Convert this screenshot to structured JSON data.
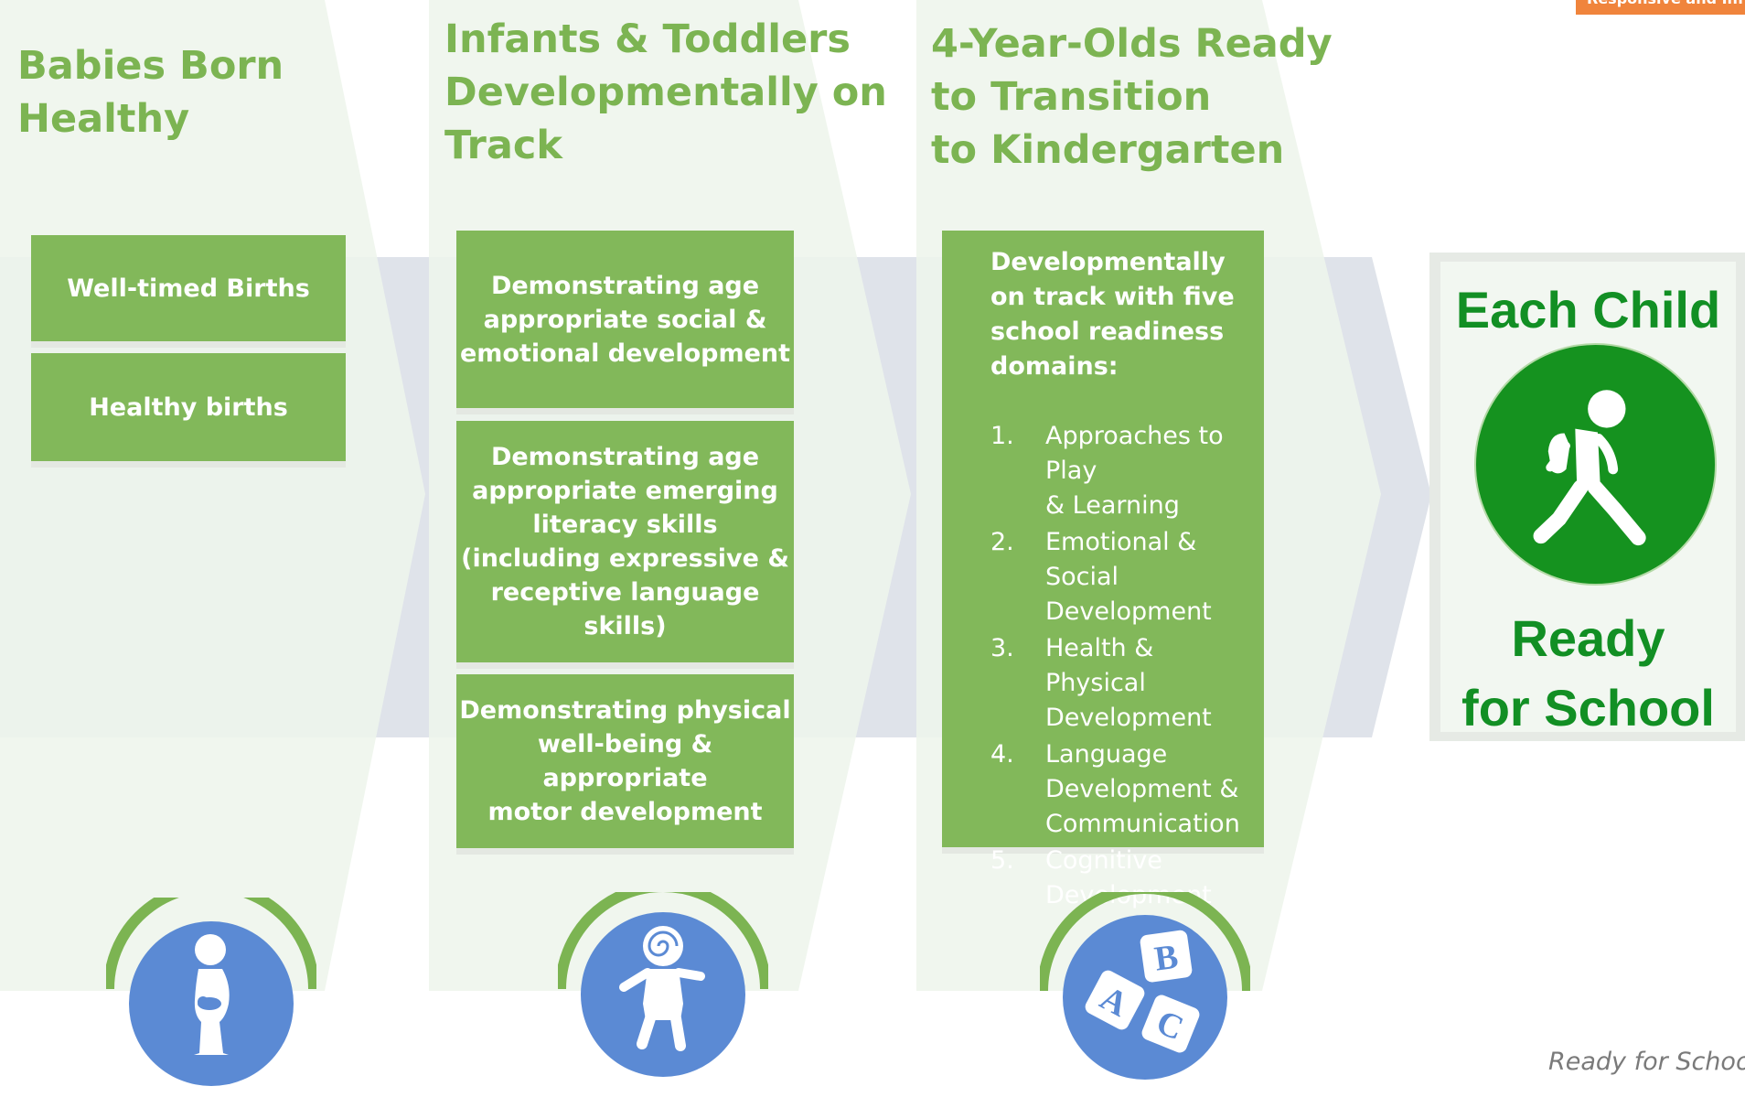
{
  "stages": [
    {
      "title": "Babies Born\nHealthy",
      "outcomes": [
        "Well-timed Births",
        "Healthy births"
      ],
      "icon": "pregnant-woman-icon"
    },
    {
      "title": "Infants & Toddlers\nDevelopmentally on\nTrack",
      "outcomes": [
        "Demonstrating age\nappropriate social &\nemotional development",
        "Demonstrating age\nappropriate emerging\nliteracy skills\n(including expressive &\nreceptive language skills)",
        "Demonstrating physical\nwell-being & appropriate\nmotor development"
      ],
      "icon": "baby-icon"
    },
    {
      "title": "4-Year-Olds Ready\nto Transition\nto Kindergarten",
      "intro": "Developmentally\non track with five\nschool readiness\ndomains:",
      "domains": [
        {
          "num": "1.",
          "label": "Approaches to\nPlay\n& Learning"
        },
        {
          "num": "2.",
          "label": "Emotional & Social\nDevelopment"
        },
        {
          "num": "3.",
          "label": "Health & Physical\nDevelopment"
        },
        {
          "num": "4.",
          "label": "Language\nDevelopment &\nCommunication"
        },
        {
          "num": "5.",
          "label": "Cognitive\nDevelopment"
        }
      ],
      "icon": "abc-blocks-icon"
    }
  ],
  "goal": {
    "title": "Each Child",
    "ready": "Ready\nfor School",
    "icon": "walking-child-icon"
  },
  "top_tab": "Responsive and Inf",
  "footer": "Ready for School",
  "colors": {
    "title_green": "#7cb452",
    "box_green": "#82b85a",
    "chevron_fill": "#eef5ec",
    "band_gray": "#dfe3ea",
    "goal_green": "#128f24",
    "icon_blue": "#5b8ad4",
    "arc_green": "#7cb452",
    "tab_orange": "#f0843c"
  }
}
